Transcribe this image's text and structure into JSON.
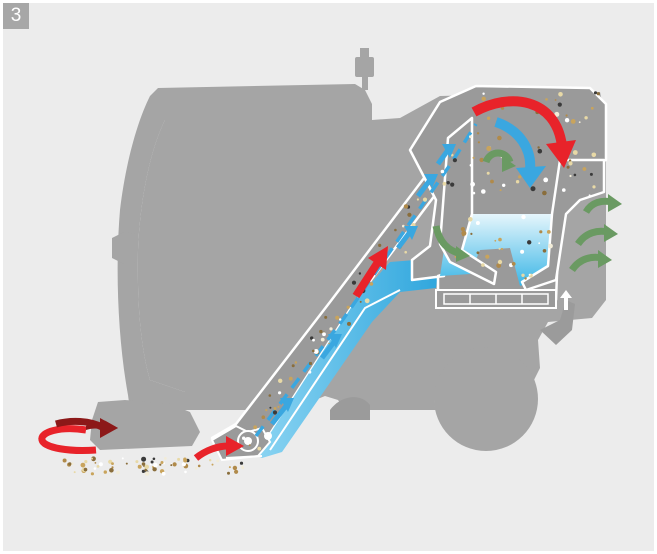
{
  "step_number": "3",
  "colors": {
    "background": "#ececec",
    "machine_silhouette": "#a5a5a5",
    "machine_inner": "#9a9a9a",
    "hopper_outline": "#ffffff",
    "water_light": "#d9f1fb",
    "water_deep": "#3bb6e6",
    "airflow_red": "#e8232a",
    "airflow_dark_red": "#8c1818",
    "water_flow_blue": "#3aa7e0",
    "exhaust_green": "#6a9a62",
    "debris_gold": "#c9a45c",
    "debris_dark": "#3a3a3a",
    "badge": "#a7a7a7"
  },
  "icons": [
    "side-brush-rotation-arrow",
    "suction-inlet-arrow",
    "suction-tube-airflow-arrow",
    "hopper-swirl-arrow",
    "water-spray-arrow",
    "exhaust-air-arrows",
    "debris-particles"
  ]
}
